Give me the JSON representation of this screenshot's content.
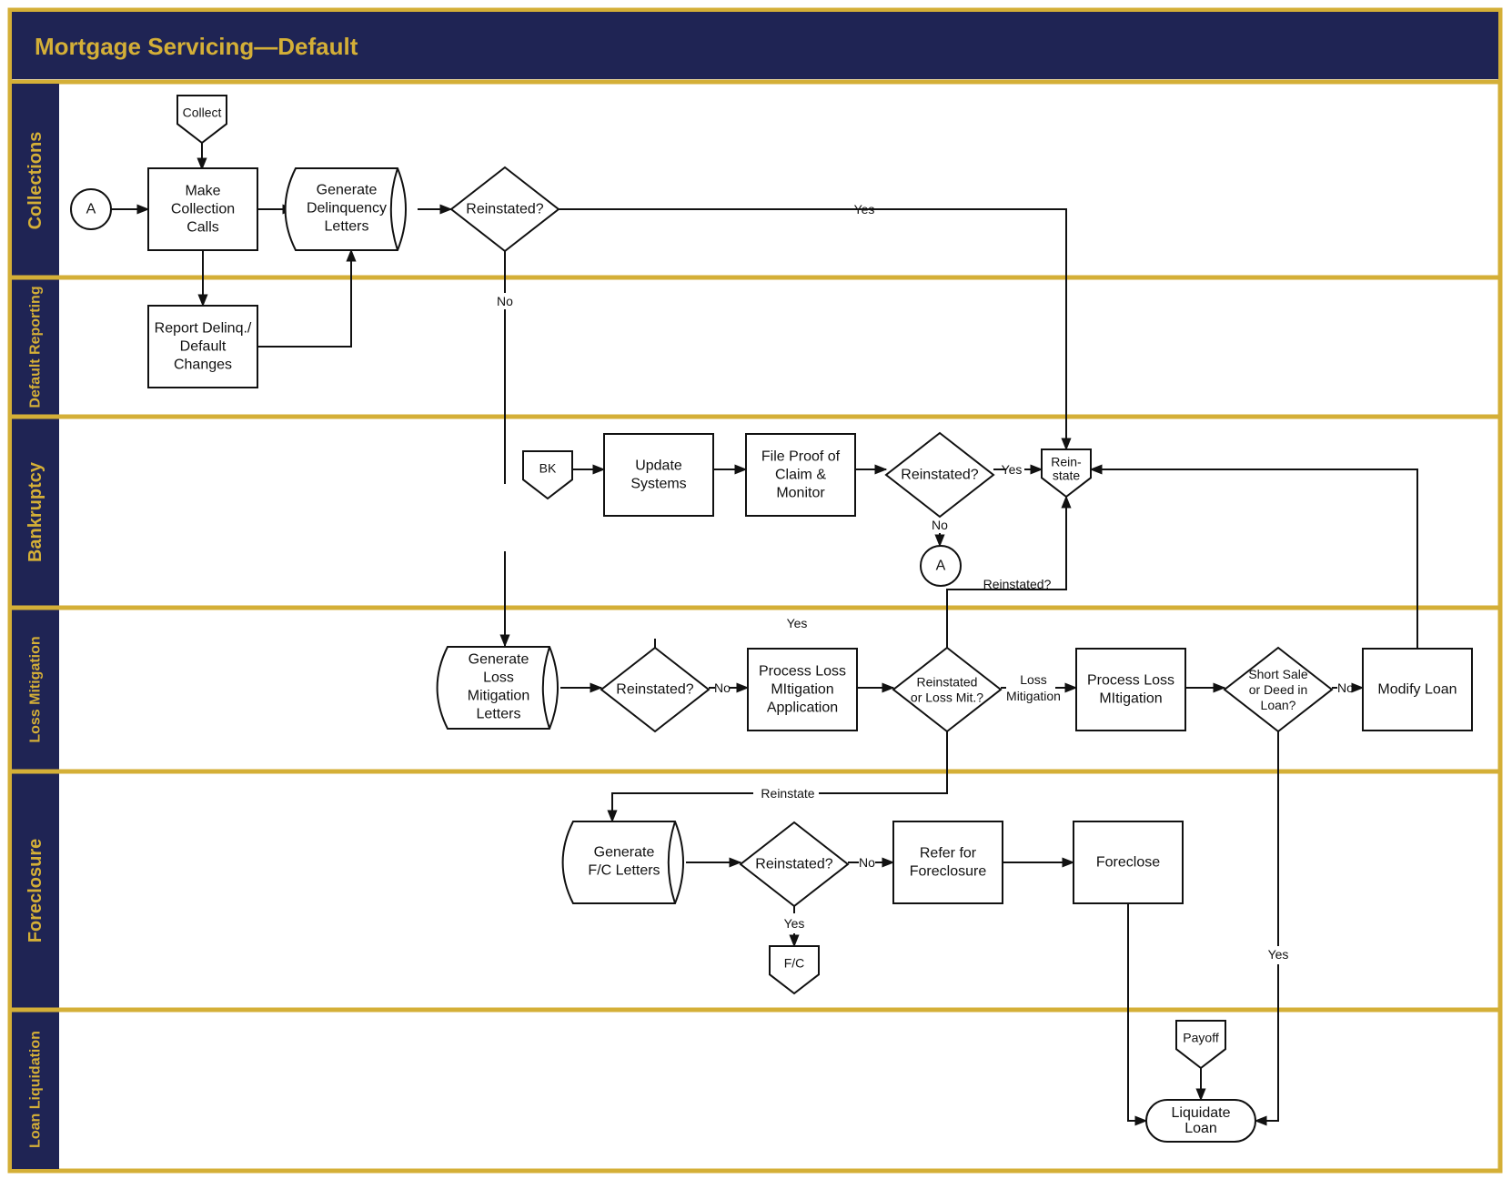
{
  "title": "Mortgage Servicing—Default",
  "colors": {
    "band": "#1f2454",
    "gold": "#d4af37",
    "ink": "#111111"
  },
  "lanes": [
    {
      "id": "collections",
      "label": "Collections"
    },
    {
      "id": "default_reporting",
      "label": "Default Reporting"
    },
    {
      "id": "bankruptcy",
      "label": "Bankruptcy"
    },
    {
      "id": "loss_mitigation",
      "label": "Loss Mitigation"
    },
    {
      "id": "foreclosure",
      "label": "Foreclosure"
    },
    {
      "id": "loan_liquidation",
      "label": "Loan Liquidation"
    }
  ],
  "nodes": {
    "collect": {
      "type": "offpage",
      "lines": [
        "Collect"
      ]
    },
    "connector_a1": {
      "type": "circle",
      "lines": [
        "A"
      ]
    },
    "make_calls": {
      "type": "process",
      "lines": [
        "Make",
        "Collection",
        "Calls"
      ]
    },
    "gen_delinq": {
      "type": "document",
      "lines": [
        "Generate",
        "Delinquency",
        "Letters"
      ]
    },
    "reinstated_1": {
      "type": "decision",
      "lines": [
        "Reinstated?"
      ]
    },
    "report_delinq": {
      "type": "process",
      "lines": [
        "Report Delinq./",
        "Default",
        "Changes"
      ]
    },
    "bk": {
      "type": "offpage",
      "lines": [
        "BK"
      ]
    },
    "update_systems": {
      "type": "process",
      "lines": [
        "Update",
        "Systems"
      ]
    },
    "file_proof": {
      "type": "process",
      "lines": [
        "File Proof of",
        "Claim &",
        "Monitor"
      ]
    },
    "reinstated_bk": {
      "type": "decision",
      "lines": [
        "Reinstated?"
      ]
    },
    "reinstate_term": {
      "type": "offpage",
      "lines": [
        "Rein-",
        "state"
      ]
    },
    "connector_a2": {
      "type": "circle",
      "lines": [
        "A"
      ]
    },
    "gen_loss_letters": {
      "type": "document",
      "lines": [
        "Generate",
        "Loss",
        "Mitigation",
        "Letters"
      ]
    },
    "reinstated_lm": {
      "type": "decision",
      "lines": [
        "Reinstated?"
      ]
    },
    "process_lm_app": {
      "type": "process",
      "lines": [
        "Process Loss",
        "MItigation",
        "Application"
      ]
    },
    "reinstated_or_lm": {
      "type": "decision",
      "lines": [
        "Reinstated",
        "or Loss Mit.?"
      ]
    },
    "process_lm": {
      "type": "process",
      "lines": [
        "Process Loss",
        "MItigation"
      ]
    },
    "short_sale": {
      "type": "decision",
      "lines": [
        "Short Sale",
        "or Deed in",
        "Loan?"
      ]
    },
    "modify_loan": {
      "type": "process",
      "lines": [
        "Modify Loan"
      ]
    },
    "gen_fc_letters": {
      "type": "document",
      "lines": [
        "Generate",
        "F/C Letters"
      ]
    },
    "reinstated_fc": {
      "type": "decision",
      "lines": [
        "Reinstated?"
      ]
    },
    "refer_fc": {
      "type": "process",
      "lines": [
        "Refer for",
        "Foreclosure"
      ]
    },
    "foreclose": {
      "type": "process",
      "lines": [
        "Foreclose"
      ]
    },
    "fc_term": {
      "type": "offpage",
      "lines": [
        "F/C"
      ]
    },
    "payoff": {
      "type": "offpage",
      "lines": [
        "Payoff"
      ]
    },
    "liquidate": {
      "type": "terminal",
      "lines": [
        "Liquidate",
        "Loan"
      ]
    }
  },
  "edge_labels": {
    "yes_top": "Yes",
    "no_left": "No",
    "yes_bk": "Yes",
    "no_bk": "No",
    "reinstated_q": "Reinstated?",
    "yes_lm": "Yes",
    "no_lm": "No",
    "loss_mitigation": [
      "Loss",
      "Mitigation"
    ],
    "no_short_sale": "No",
    "reinstate": "Reinstate",
    "no_fc": "No",
    "yes_fc": "Yes",
    "yes_short_sale": "Yes"
  }
}
